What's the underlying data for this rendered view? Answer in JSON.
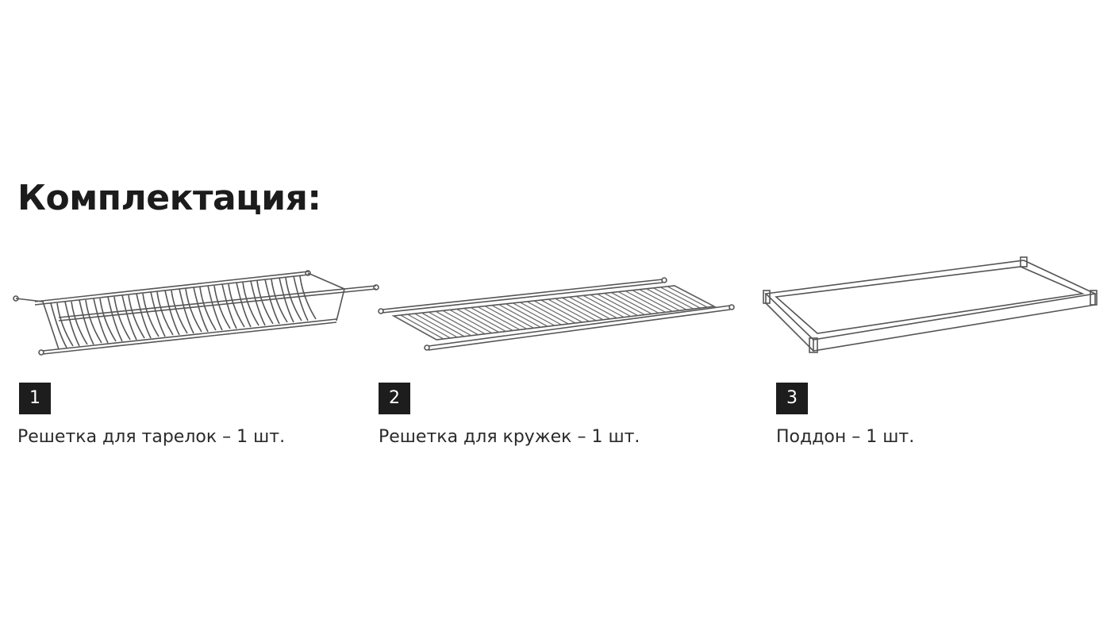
{
  "page": {
    "title": "Комплектация:"
  },
  "items": [
    {
      "number": "1",
      "caption": "Решетка для тарелок – 1 шт.",
      "icon": "plate-rack-icon"
    },
    {
      "number": "2",
      "caption": "Решетка для кружек – 1 шт.",
      "icon": "cup-rack-icon"
    },
    {
      "number": "3",
      "caption": "Поддон – 1 шт.",
      "icon": "drip-tray-icon"
    }
  ],
  "colors": {
    "text": "#222222",
    "badge_bg": "#1d1d1d",
    "badge_text": "#ffffff",
    "line_art": "#555555"
  }
}
